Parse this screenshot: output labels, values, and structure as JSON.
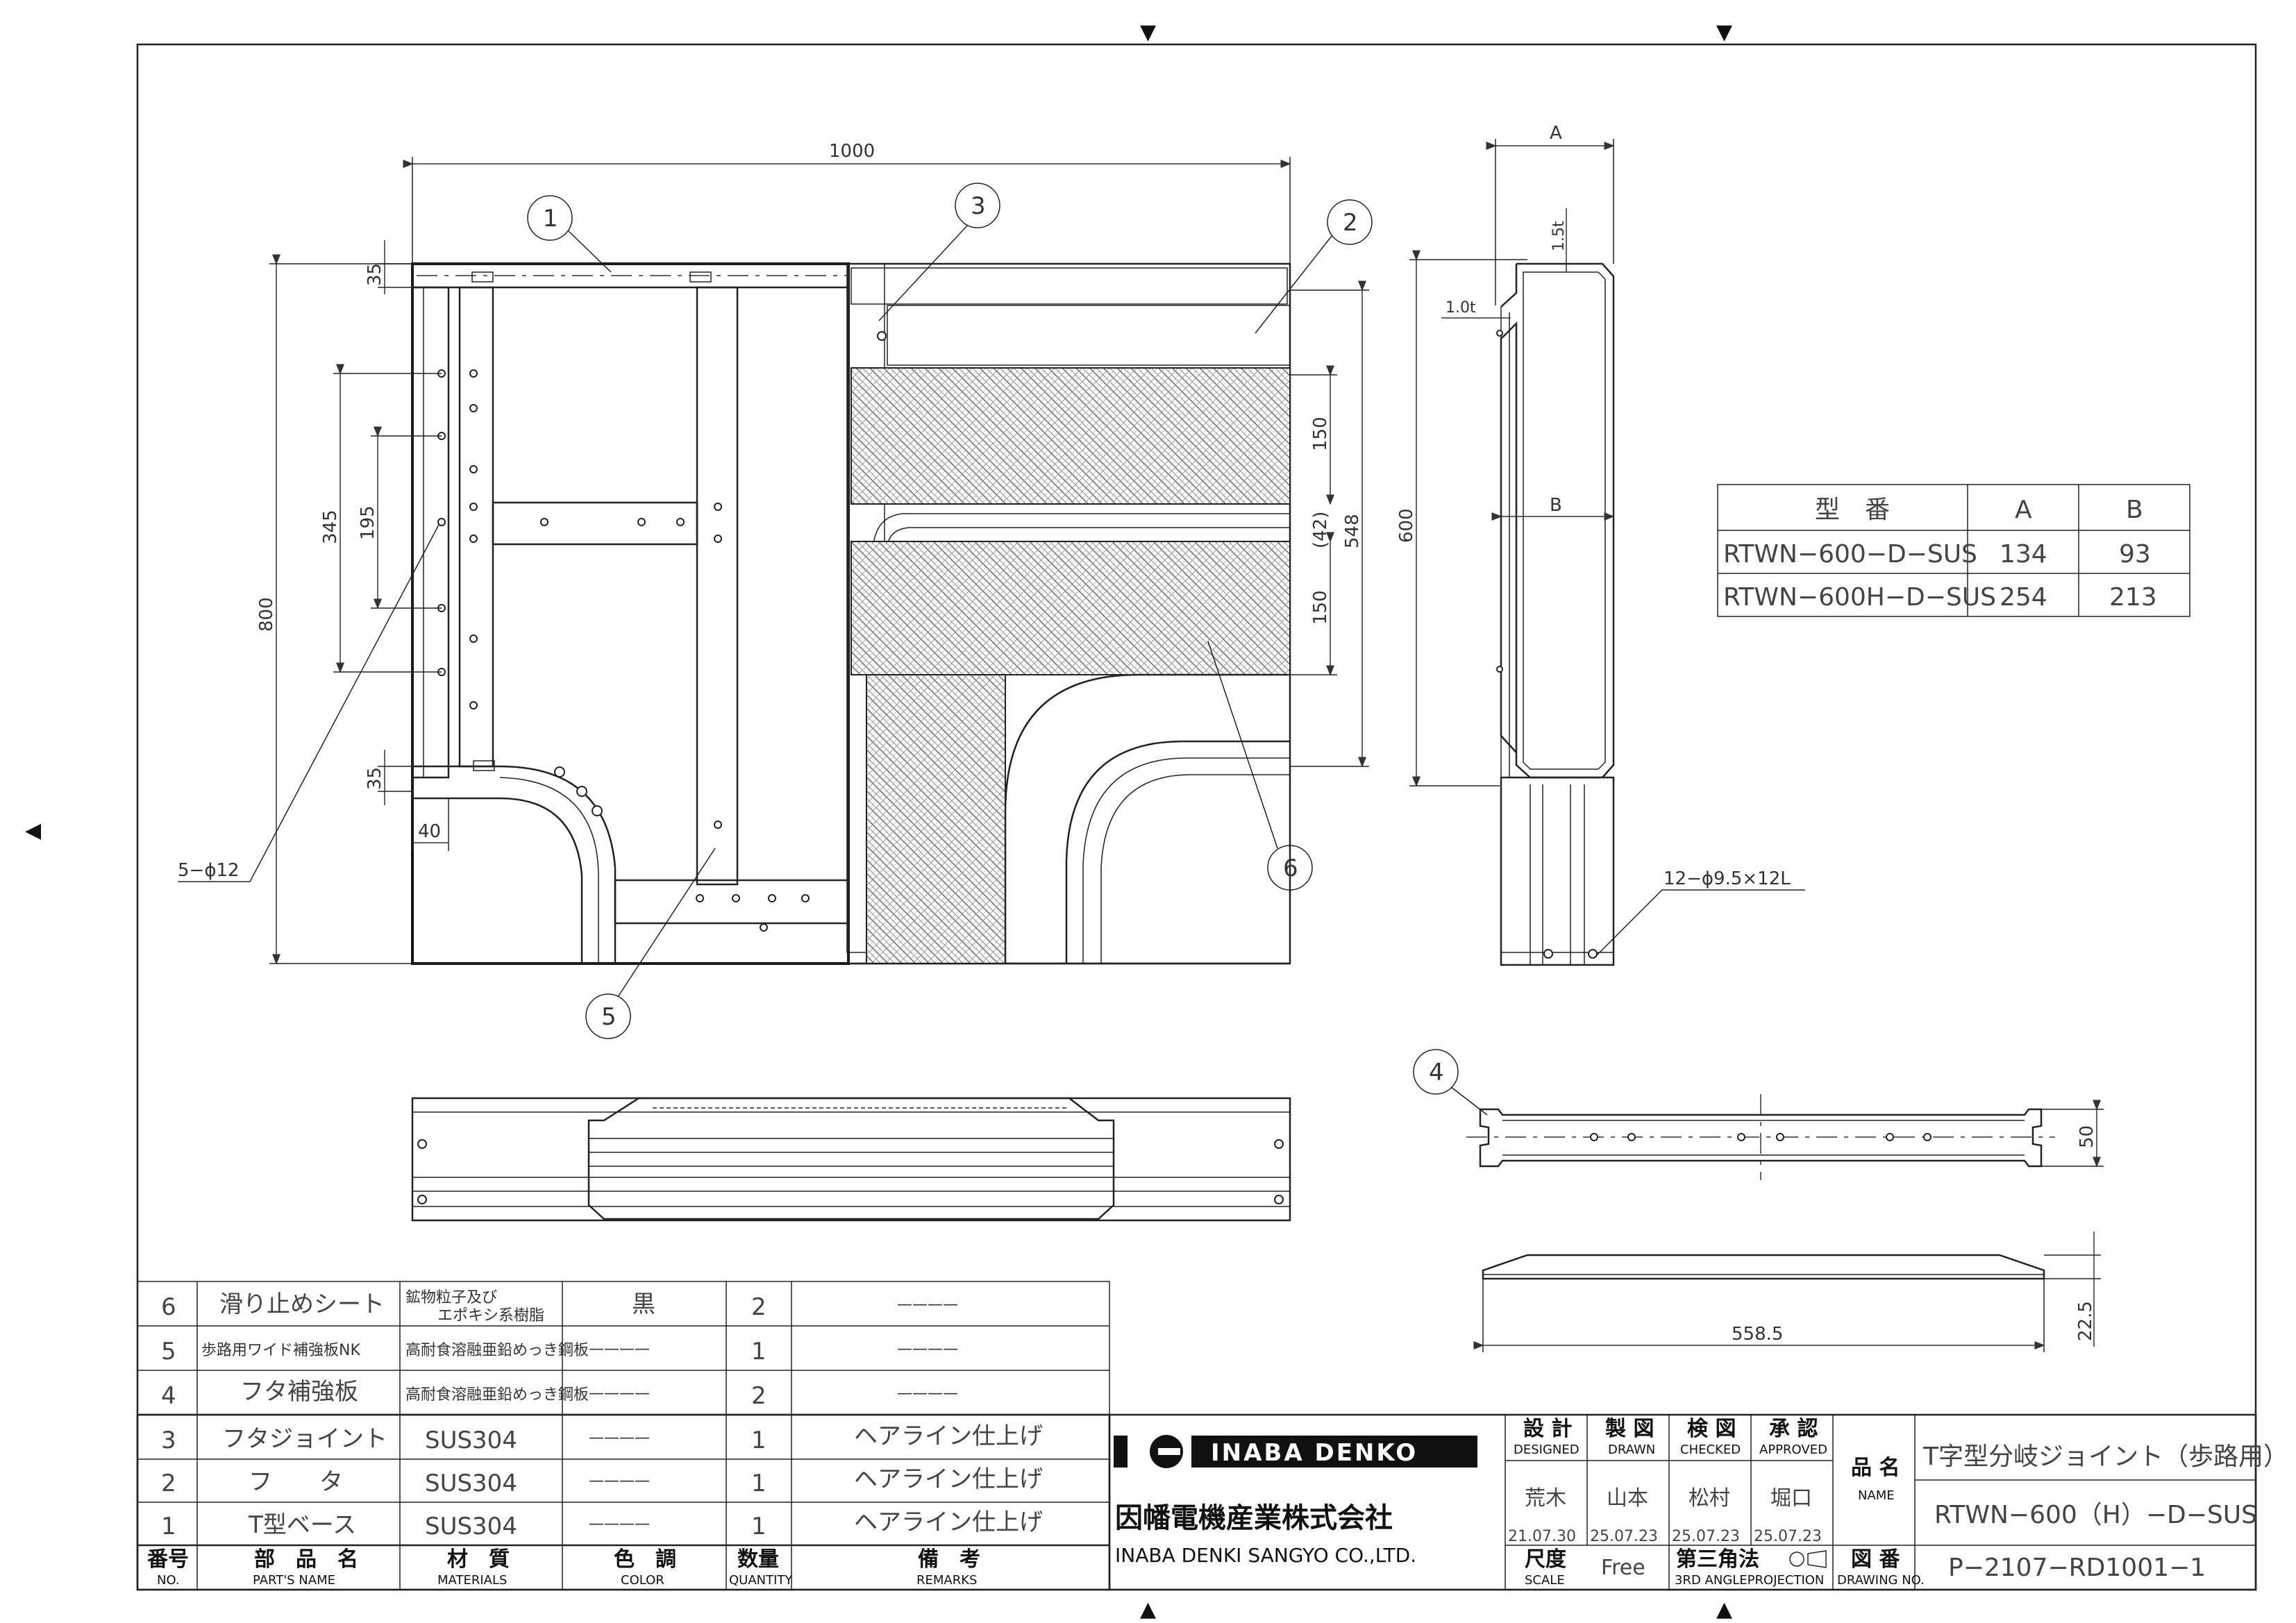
{
  "balloons": [
    "1",
    "2",
    "3",
    "4",
    "5",
    "6"
  ],
  "dimensions": {
    "overall_width": "1000",
    "top_margin": "35",
    "bottom_margin": "35",
    "left_offset": "40",
    "height_800": "800",
    "span_345": "345",
    "span_195": "195",
    "upper_150": "150",
    "lower_150": "150",
    "gap_42": "(42)",
    "depth_548": "548",
    "side_600": "600",
    "dim_a": "A",
    "dim_b": "B",
    "thickness_15": "1.5t",
    "thickness_10": "1.0t",
    "hole_note_left": "5−ϕ12",
    "hole_note_right": "12−ϕ9.5×12L",
    "width_5585": "558.5",
    "height_50": "50",
    "height_225": "22.5"
  },
  "model_table": {
    "headers": [
      "型　番",
      "A",
      "B"
    ],
    "rows": [
      [
        "RTWN−600−D−SUS",
        "134",
        "93"
      ],
      [
        "RTWN−600H−D−SUS",
        "254",
        "213"
      ]
    ]
  },
  "parts_list": {
    "rows": [
      {
        "no": "6",
        "name": "滑り止めシート",
        "material_line1": "鉱物粒子及び",
        "material_line2": "エポキシ系樹脂",
        "color": "黒",
        "qty": "2",
        "remarks": "————"
      },
      {
        "no": "5",
        "name": "歩路用ワイド補強板NK",
        "material": "高耐食溶融亜鉛めっき鋼板",
        "color": "————",
        "qty": "1",
        "remarks": "————"
      },
      {
        "no": "4",
        "name": "フタ補強板",
        "material": "高耐食溶融亜鉛めっき鋼板",
        "color": "————",
        "qty": "2",
        "remarks": "————"
      },
      {
        "no": "3",
        "name": "フタジョイント",
        "material": "SUS304",
        "color": "————",
        "qty": "1",
        "remarks": "ヘアライン仕上げ"
      },
      {
        "no": "2",
        "name": "フ　　タ",
        "material": "SUS304",
        "color": "————",
        "qty": "1",
        "remarks": "ヘアライン仕上げ"
      },
      {
        "no": "1",
        "name": "T型ベース",
        "material": "SUS304",
        "color": "————",
        "qty": "1",
        "remarks": "ヘアライン仕上げ"
      }
    ],
    "headers": {
      "no_jp": "番号",
      "no_en": "NO.",
      "name_jp": "部　品　名",
      "name_en": "PART'S NAME",
      "material_jp": "材　質",
      "material_en": "MATERIALS",
      "color_jp": "色　調",
      "color_en": "COLOR",
      "qty_jp": "数量",
      "qty_en": "QUANTITY",
      "remarks_jp": "備　考",
      "remarks_en": "REMARKS"
    }
  },
  "title_block": {
    "logo_text": "INABA DENKO",
    "company_jp": "因幡電機産業株式会社",
    "company_en": "INABA DENKI SANGYO CO.,LTD.",
    "designed_jp": "設 計",
    "designed_en": "DESIGNED",
    "drawn_jp": "製 図",
    "drawn_en": "DRAWN",
    "checked_jp": "検 図",
    "checked_en": "CHECKED",
    "approved_jp": "承 認",
    "approved_en": "APPROVED",
    "designer": "荒木",
    "designer_date": "21.07.30",
    "drafter": "山本",
    "drafter_date": "25.07.23",
    "checker": "松村",
    "checker_date": "25.07.23",
    "approver": "堀口",
    "approver_date": "25.07.23",
    "name_label_jp": "品 名",
    "name_label_en": "NAME",
    "product_name": "T字型分岐ジョイント（歩路用）",
    "product_code": "RTWN−600（H）−D−SUS",
    "scale_jp": "尺度",
    "scale_en": "SCALE",
    "scale_value": "Free",
    "projection_jp": "第三角法",
    "projection_en": "3RD ANGLEPROJECTION",
    "drawing_no_jp": "図 番",
    "drawing_no_en": "DRAWING NO.",
    "drawing_no": "P−2107−RD1001−1"
  },
  "markers": {
    "down": "▼",
    "up": "▲",
    "left": "◀"
  }
}
